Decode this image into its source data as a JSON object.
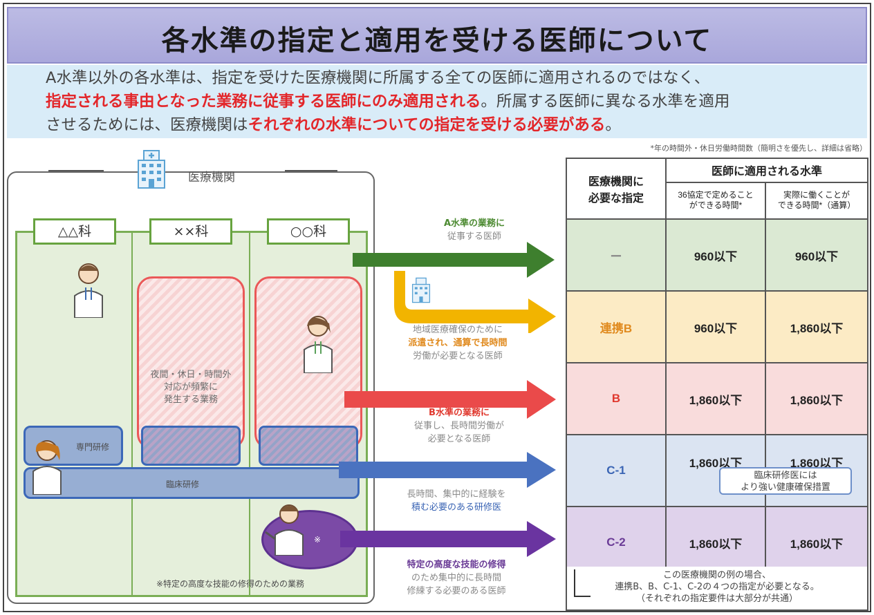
{
  "title": "各水準の指定と適用を受ける医師について",
  "intro": {
    "line1": "A水準以外の各水準は、指定を受けた医療機関に所属する全ての医師に適用されるのではなく、",
    "line2_red": "指定される事由となった業務に従事する医師にのみ適用される",
    "line2_rest": "。所属する医師に異なる水準を適用",
    "line3_pre": "させるためには、医療機関は",
    "line3_red": "それぞれの水準についての指定を受ける必要がある",
    "line3_post": "。"
  },
  "footnote": "*年の時間外・休日労働時間数（簡明さを優先し、詳細は省略）",
  "institution": {
    "label": "医療機関",
    "departments": [
      "△△科",
      "××科",
      "○○科"
    ],
    "night_duty_text": [
      "夜間・休日・時間外",
      "対応が頻繁に",
      "発生する業務"
    ],
    "specialist_training": "専門研修",
    "clinical_training": "臨床研修",
    "advanced_skill": "※",
    "advanced_skill_note": "※特定の高度な技能の修得のための業務"
  },
  "arrows": [
    {
      "name": "a",
      "color": "#3e7f2e",
      "text": [
        "A水準の業務に",
        "従事する医師"
      ],
      "bold": "A水準の業務"
    },
    {
      "name": "renkei-b",
      "color": "#f2b400",
      "text": [
        "地域医療確保のために",
        "派遣され、通算で長時間",
        "労働が必要となる医師"
      ],
      "bold": "派遣され、通算で"
    },
    {
      "name": "b",
      "color": "#ea4a4a",
      "text": [
        "B水準の業務に",
        "従事し、長時間労働が",
        "必要となる医師"
      ],
      "bold": "B水準の業務"
    },
    {
      "name": "c1",
      "color": "#4a72c0",
      "text": [
        "長時間、集中的に経験を",
        "積む必要のある研修医"
      ],
      "bold": "研修医"
    },
    {
      "name": "c2",
      "color": "#6a34a0",
      "text": [
        "特定の高度な技能の修得",
        "のため集中的に長時間",
        "修練する必要のある医師"
      ],
      "bold": "特定の高度な技能の修得"
    }
  ],
  "table": {
    "header_designation": "医療機関に\n必要な指定",
    "header_levels": "医師に適用される水準",
    "header_36": "36協定で定めること\nができる時間*",
    "header_actual": "実際に働くことが\nできる時間*（通算）",
    "rows": [
      {
        "label": "ー",
        "a": "960以下",
        "b": "960以下",
        "bg": "#dbe9d3",
        "label_color": "#888888"
      },
      {
        "label": "連携B",
        "a": "960以下",
        "b": "1,860以下",
        "bg": "#fcebc5",
        "label_color": "#e08a1e"
      },
      {
        "label": "B",
        "a": "1,860以下",
        "b": "1,860以下",
        "bg": "#f9dcdc",
        "label_color": "#e0382e"
      },
      {
        "label": "C-1",
        "a": "1,860以下",
        "b": "1,860以下",
        "bg": "#dbe4f2",
        "label_color": "#3a64b4"
      },
      {
        "label": "C-2",
        "a": "1,860以下",
        "b": "1,860以下",
        "bg": "#dfd2eb",
        "label_color": "#6a3b96"
      }
    ],
    "c1_note": "臨床研修医には\nより強い健康確保措置",
    "bottom_note": "この医療機関の例の場合、\n連携B、B、C-1、C-2の４つの指定が必要となる。\n（それぞれの指定要件は大部分が共通）"
  }
}
